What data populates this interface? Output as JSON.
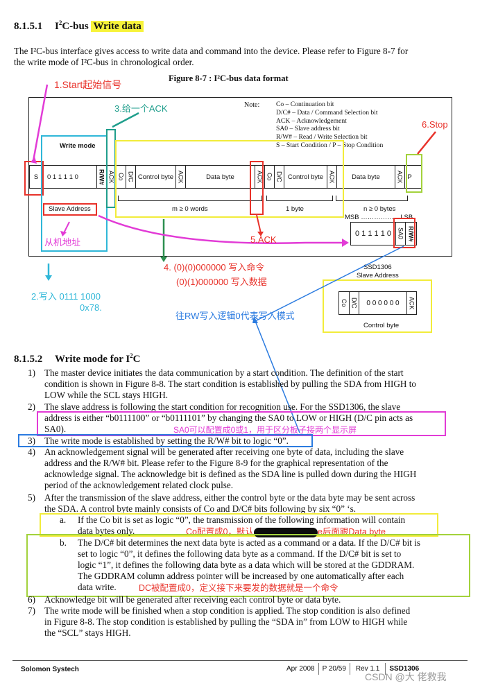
{
  "section_812": {
    "number": "8.1.5.1",
    "title_prefix": "I",
    "title_sup": "2",
    "title_mid": "C-bus ",
    "title_highlight": "Write data"
  },
  "intro": {
    "line1": "The I²C-bus interface gives access to write data and command into the device. Please refer to Figure 8-7 for",
    "line2": "the write mode of I²C-bus in chronological order."
  },
  "figure": {
    "caption": "Figure 8-7 : I²C-bus data format",
    "note_label": "Note:",
    "notes": [
      "Co – Continuation bit",
      "D/C# – Data / Command Selection bit",
      "ACK – Acknowledgement",
      "SA0 – Slave address bit",
      "R/W# – Read / Write Selection bit",
      "S – Start Condition / P – Stop Condition"
    ],
    "write_mode": "Write mode",
    "s": "S",
    "addr_bits": "0 1 1 1 1 0",
    "rw": "R/W#",
    "ack": "ACK",
    "co": "Co",
    "dc": "D/C",
    "control_byte": "Control byte",
    "data_byte": "Data byte",
    "p": "P",
    "slave_address": "Slave Address",
    "m_words": "m ≥ 0 words",
    "one_byte": "1 byte",
    "n_bytes": "n  ≥  0 bytes",
    "msb_lsb": "MSB ………………LSB",
    "sa_bits": "0 1 1 1 1 0",
    "sa0": "SA0",
    "rwlabel": "R/W#",
    "ssd_label": "SSD1306",
    "slave_address2": "Slave Address",
    "cb_bits": "0 0 0 0 0 0",
    "control_byte2": "Control byte"
  },
  "annotations": {
    "start": "1.Start起始信号",
    "ack3": "3.给一个ACK",
    "stop": "6.Stop",
    "slave": "从机地址",
    "ack5": "5.ACK",
    "cmd_line1": "4. (0)(0)000000   写入命令",
    "cmd_line2": "(0)(1)000000   写入数据",
    "write1": "2.写入   0111 1000",
    "write2": "0x78.",
    "rw_note": "往RW写入逻辑0代表写入模式",
    "sa0_note": "SA0可以配置成0或1，用于区分板子接两个显示屏",
    "co_note": "Co配置成0，默认",
    "co_note2": "后面跟Data byte",
    "co_note_hidden": "e",
    "dc_note": "DC被配置成0，定义接下来要发的数据就是一个命令"
  },
  "section_812b": {
    "number": "8.1.5.2",
    "title": "Write mode for I",
    "title_sup": "2",
    "title_end": "C"
  },
  "list": [
    {
      "n": "1)",
      "lines": [
        "The master device initiates the data communication by a start condition. The definition of the start",
        "condition is shown in Figure 8-8. The start condition is established by pulling the SDA from HIGH to",
        "LOW while the SCL stays HIGH."
      ]
    },
    {
      "n": "2)",
      "lines": [
        "The slave address is following the start condition for recognition use. For the SSD1306, the slave",
        "address is either “b0111100” or “b0111101” by changing the SA0 to LOW or HIGH (D/C pin acts as",
        "SA0)."
      ]
    },
    {
      "n": "3)",
      "lines": [
        "The write mode is established by setting the R/W# bit to logic “0”."
      ]
    },
    {
      "n": "4)",
      "lines": [
        "An acknowledgement signal will be generated after receiving one byte of data, including the slave",
        "address and the R/W# bit. Please refer to the Figure 8-9 for the graphical representation of the",
        "acknowledge signal. The acknowledge bit is defined as the SDA line is pulled down during the HIGH",
        "period of the acknowledgement related clock pulse."
      ]
    },
    {
      "n": "5)",
      "lines": [
        "After the transmission of the slave address, either the control byte or the data byte may be sent across",
        "the SDA. A control byte mainly consists of Co and D/C# bits following by six “0” ‘s."
      ]
    }
  ],
  "sub_a": {
    "n": "a.",
    "lines": [
      "If the Co bit is set as logic “0”, the transmission of the following information will contain",
      "data bytes only."
    ]
  },
  "sub_b": {
    "n": "b.",
    "lines": [
      "The D/C# bit determines the next data byte is acted as a command or a data. If the D/C# bit is",
      "set to logic “0”, it defines the following data byte as a command. If the D/C# bit is set to",
      "logic “1”, it defines the following data byte as a data which will be stored at the GDDRAM.",
      "The GDDRAM column address pointer will be increased by one automatically after each",
      "data write."
    ]
  },
  "list2": [
    {
      "n": "6)",
      "lines": [
        "Acknowledge bit will be generated after receiving each control byte or data byte."
      ]
    },
    {
      "n": "7)",
      "lines": [
        "The write mode will be finished when a stop condition is applied. The stop condition is also defined",
        "in Figure 8-8. The stop condition is established by pulling the “SDA in” from LOW to HIGH while",
        "the “SCL” stays HIGH."
      ]
    }
  ],
  "footer": {
    "company": "Solomon Systech",
    "date": "Apr 2008",
    "page": "P 20/59",
    "rev": "Rev 1.1",
    "part": "SSD1306",
    "watermark": "CSDN @大 佬救我"
  },
  "colors": {
    "red": "#e8322a",
    "magenta": "#e23bd6",
    "cyan": "#2fb7d8",
    "teal": "#1f9e8c",
    "yellow": "#f2ec3a",
    "lime": "#a3d23c",
    "blue": "#2b7be0",
    "green": "#2c8f4f"
  }
}
